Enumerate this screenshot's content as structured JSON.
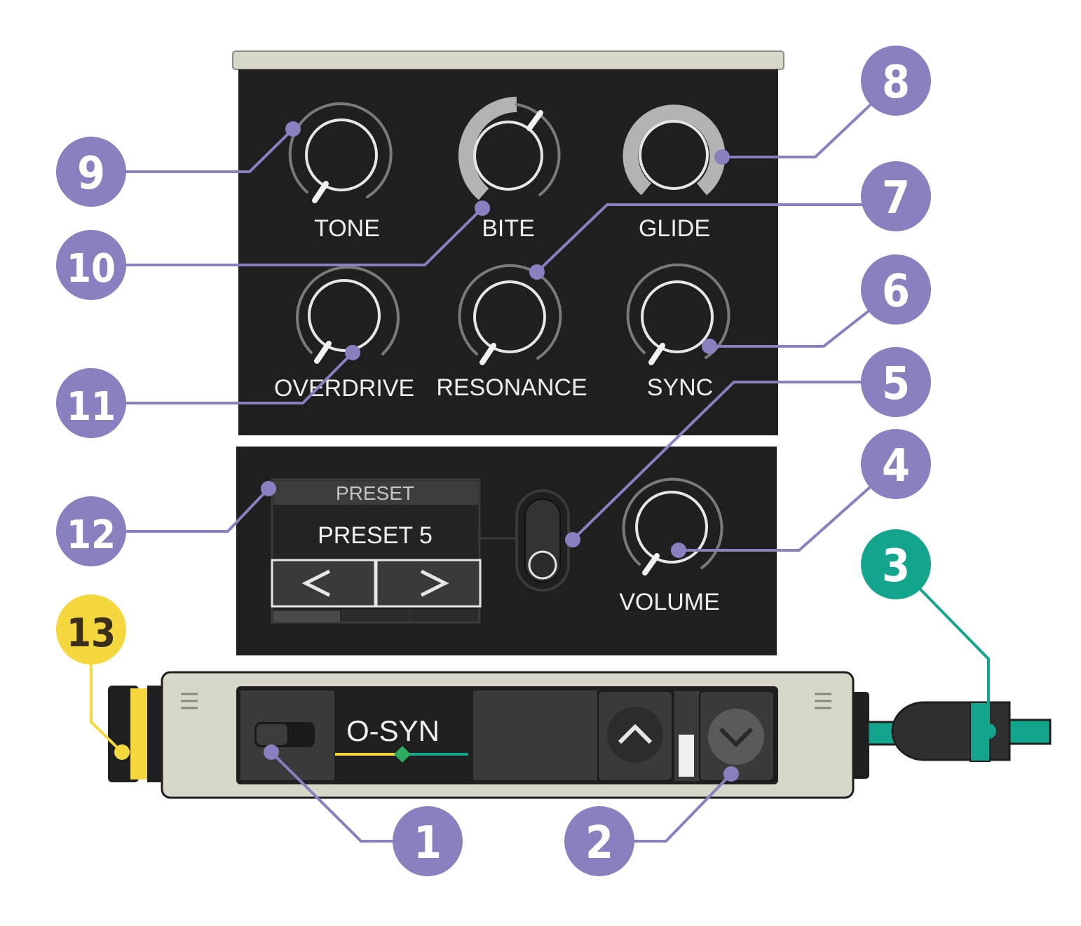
{
  "knob_panel": {
    "knobs": [
      {
        "id": "tone",
        "label": "TONE"
      },
      {
        "id": "bite",
        "label": "BITE"
      },
      {
        "id": "glide",
        "label": "GLIDE"
      },
      {
        "id": "overdrive",
        "label": "OVERDRIVE"
      },
      {
        "id": "resonance",
        "label": "RESONANCE"
      },
      {
        "id": "sync",
        "label": "SYNC"
      }
    ]
  },
  "preset_panel": {
    "header": "PRESET",
    "current": "PRESET 5",
    "prev_glyph": "<",
    "next_glyph": ">",
    "volume_label": "VOLUME"
  },
  "module": {
    "name": "O-SYN"
  },
  "callouts": [
    {
      "num": "1",
      "target": "module-power-toggle",
      "color": "#8880bf"
    },
    {
      "num": "2",
      "target": "module-down-button",
      "color": "#8880bf"
    },
    {
      "num": "3",
      "target": "output-cable-connector",
      "color": "#14a58e"
    },
    {
      "num": "4",
      "target": "volume-knob",
      "color": "#8880bf"
    },
    {
      "num": "5",
      "target": "toggle-switch",
      "color": "#8880bf"
    },
    {
      "num": "6",
      "target": "sync-knob",
      "color": "#8880bf"
    },
    {
      "num": "7",
      "target": "resonance-knob",
      "color": "#8880bf"
    },
    {
      "num": "8",
      "target": "glide-knob",
      "color": "#8880bf"
    },
    {
      "num": "9",
      "target": "tone-knob",
      "color": "#8880bf"
    },
    {
      "num": "10",
      "target": "bite-knob",
      "color": "#8880bf"
    },
    {
      "num": "11",
      "target": "overdrive-knob",
      "color": "#8880bf"
    },
    {
      "num": "12",
      "target": "preset-selector",
      "color": "#8880bf"
    },
    {
      "num": "13",
      "target": "input-connector",
      "color": "#f4d83d"
    }
  ],
  "colors": {
    "panel": "#1f1f1f",
    "bar": "#d9d6ca",
    "callout_purple": "#8880bf",
    "callout_teal": "#14a58e",
    "callout_yellow": "#f4d83d",
    "knob_ring": "#e6e6e6"
  }
}
